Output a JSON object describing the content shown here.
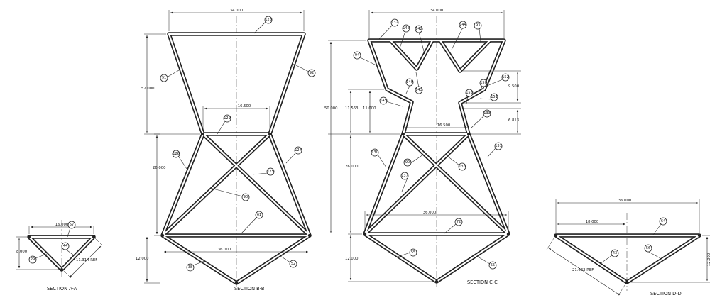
{
  "sections": [
    {
      "title": "SECTION A-A",
      "dimensions": [
        "16.000",
        "8.000",
        "11.314 REF"
      ],
      "balloons": [
        "57",
        "44",
        "29"
      ]
    },
    {
      "title": "SECTION B-B",
      "dimensions": [
        "34.000",
        "52.000",
        "16.500",
        "26.000",
        "12.000",
        "36.000"
      ],
      "balloons": [
        "128",
        "91",
        "92",
        "129",
        "126",
        "127",
        "125",
        "90",
        "61",
        "38",
        "52"
      ]
    },
    {
      "title": "SECTION C-C",
      "dimensions": [
        "34.000",
        "50.000",
        "11.563",
        "11.000",
        "9.500",
        "6.813",
        "16.500",
        "26.000",
        "36.000",
        "12.000"
      ],
      "balloons": [
        "132",
        "146",
        "142",
        "143",
        "144",
        "93",
        "94",
        "152",
        "150",
        "145",
        "149",
        "153",
        "151",
        "133",
        "130",
        "90",
        "136",
        "131",
        "137",
        "72",
        "55",
        "55"
      ]
    },
    {
      "title": "SECTION D-D",
      "dimensions": [
        "36.000",
        "18.000",
        "12.000",
        "21.633 REF"
      ],
      "balloons": [
        "64",
        "43",
        "56"
      ]
    }
  ]
}
